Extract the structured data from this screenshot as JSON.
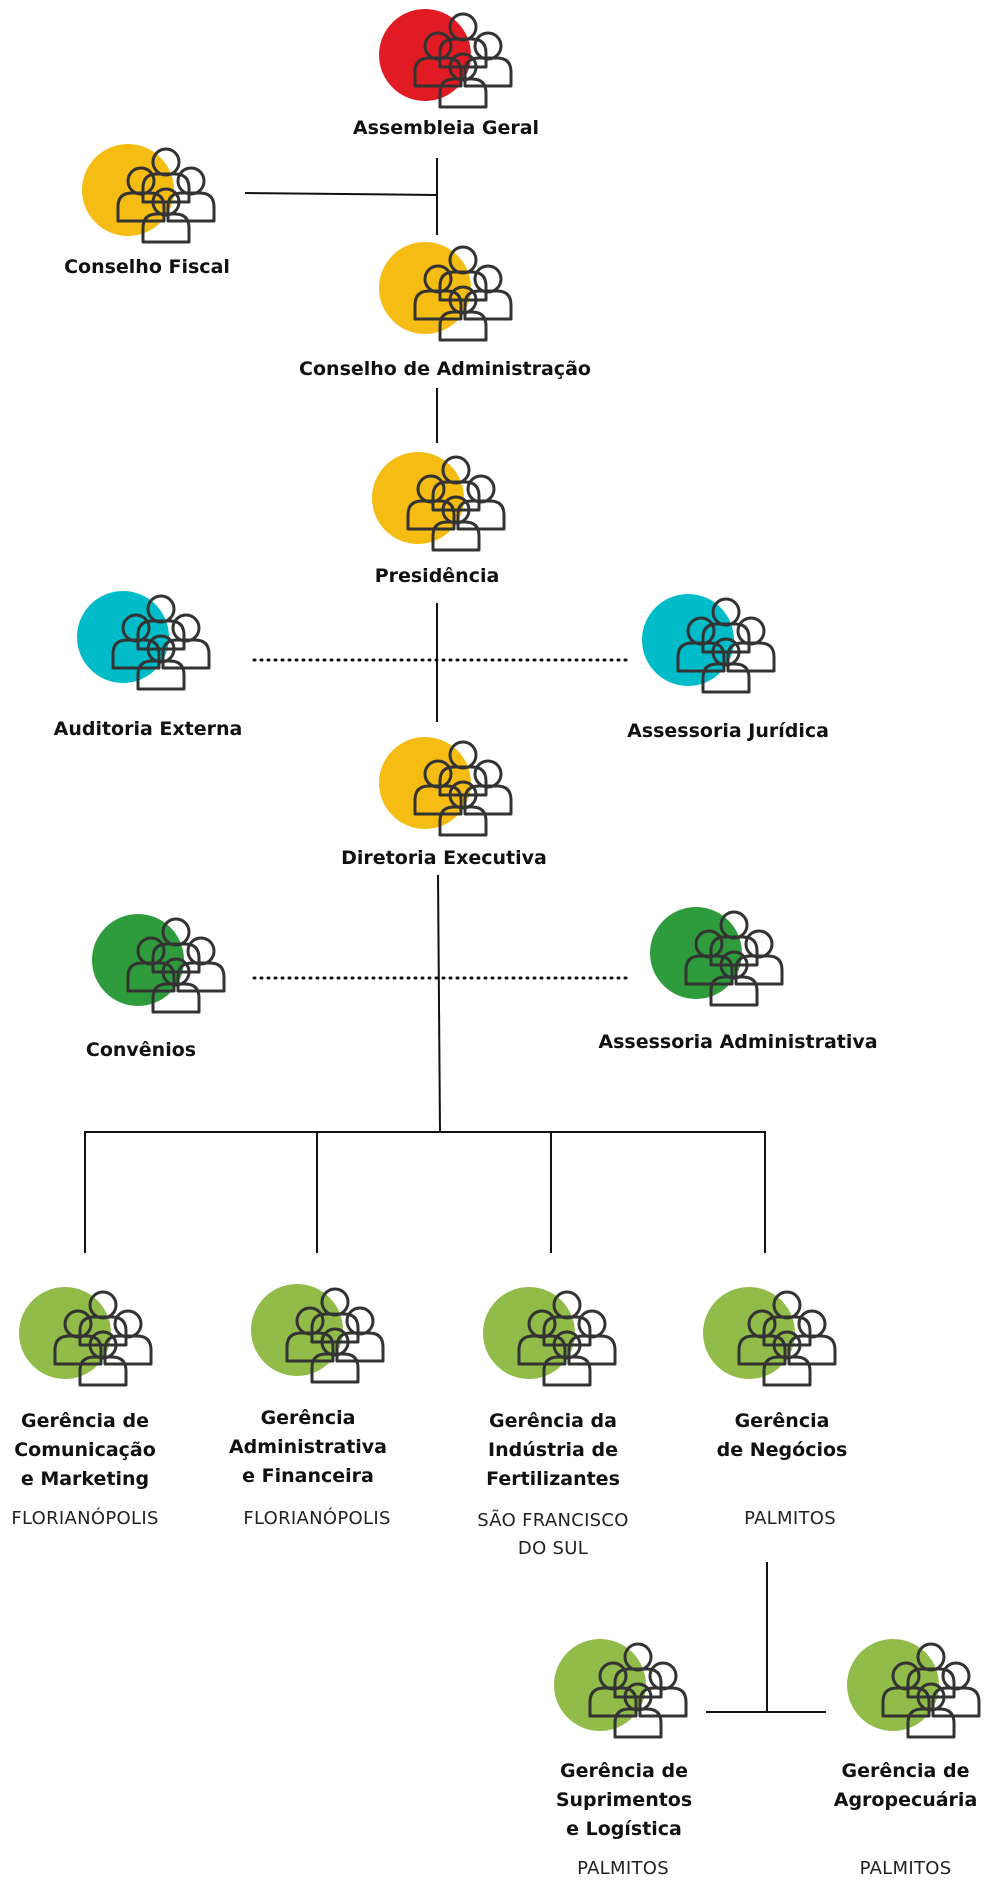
{
  "colors": {
    "red": "#e01b24",
    "yellow": "#f5bc14",
    "cyan": "#00bcc8",
    "dark_green": "#2e9c3c",
    "light_green": "#92bc4a",
    "line": "#111111",
    "icon_stroke": "#333333"
  },
  "icon_name": "people-group-icon",
  "nodes": {
    "assembleia": {
      "label": "Assembleia Geral",
      "color": "red"
    },
    "conselho_fiscal": {
      "label": "Conselho Fiscal",
      "color": "yellow"
    },
    "conselho_admin": {
      "label": "Conselho de Administração",
      "color": "yellow"
    },
    "presidencia": {
      "label": "Presidência",
      "color": "yellow"
    },
    "auditoria": {
      "label": "Auditoria Externa",
      "color": "cyan"
    },
    "juridica": {
      "label": "Assessoria Jurídica",
      "color": "cyan"
    },
    "diretoria": {
      "label": "Diretoria Executiva",
      "color": "yellow"
    },
    "convenios": {
      "label": "Convênios",
      "color": "dark_green"
    },
    "assessoria_admin": {
      "label": "Assessoria Administrativa",
      "color": "dark_green"
    },
    "g_comunicacao": {
      "label_lines": [
        "Gerência de",
        "Comunicação",
        "e Marketing"
      ],
      "city_lines": [
        "FLORIANÓPOLIS"
      ],
      "color": "light_green"
    },
    "g_administrativa": {
      "label_lines": [
        "Gerência",
        "Administrativa",
        "e Financeira"
      ],
      "city_lines": [
        "FLORIANÓPOLIS"
      ],
      "color": "light_green"
    },
    "g_industria": {
      "label_lines": [
        "Gerência da",
        "Indústria de",
        "Fertilizantes"
      ],
      "city_lines": [
        "SÃO FRANCISCO",
        "DO SUL"
      ],
      "color": "light_green"
    },
    "g_negocios": {
      "label_lines": [
        "Gerência",
        "de Negócios"
      ],
      "city_lines": [
        "PALMITOS"
      ],
      "color": "light_green"
    },
    "g_suprimentos": {
      "label_lines": [
        "Gerência de",
        "Suprimentos",
        "e Logística"
      ],
      "city_lines": [
        "PALMITOS"
      ],
      "color": "light_green"
    },
    "g_agropecuaria": {
      "label_lines": [
        "Gerência de",
        "Agropecuária"
      ],
      "city_lines": [
        "PALMITOS"
      ],
      "color": "light_green"
    }
  }
}
